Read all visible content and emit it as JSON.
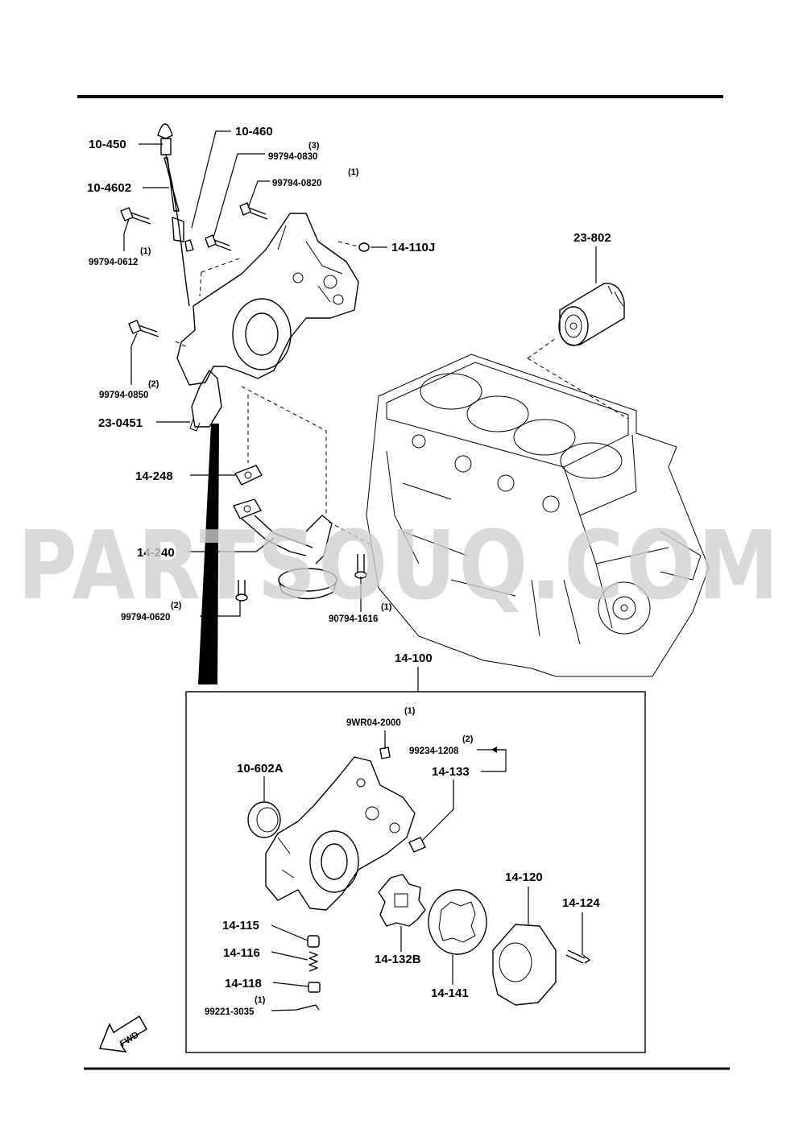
{
  "watermark": "PARTSOUQ.COM",
  "assembly_label": "14-100",
  "labels": {
    "p10_450": "10-450",
    "p10_460": "10-460",
    "p10_4602": "10-4602",
    "b99794_0830": "99794-0830",
    "q3": "(3)",
    "b99794_0820": "99794-0820",
    "q1_0820": "(1)",
    "b99794_0612": "99794-0612",
    "q1_0612": "(1)",
    "p14_110J": "14-110J",
    "p23_802": "23-802",
    "b99794_0850": "99794-0850",
    "q2_0850": "(2)",
    "p23_0451": "23-0451",
    "p14_248": "14-248",
    "p14_240": "14-240",
    "b99794_0620": "99794-0620",
    "q2_0620": "(2)",
    "b90794_1616": "90794-1616",
    "q1_1616": "(1)",
    "b9WR04_2000": "9WR04-2000",
    "q1_2000": "(1)",
    "b99234_1208": "99234-1208",
    "q2_1208": "(2)",
    "p14_133": "14-133",
    "p10_602A": "10-602A",
    "p14_120": "14-120",
    "p14_124": "14-124",
    "p14_115": "14-115",
    "p14_116": "14-116",
    "p14_118": "14-118",
    "b99221_3035": "99221-3035",
    "q1_3035": "(1)",
    "p14_132B": "14-132B",
    "p14_141": "14-141"
  },
  "fwd_label": "FWD"
}
